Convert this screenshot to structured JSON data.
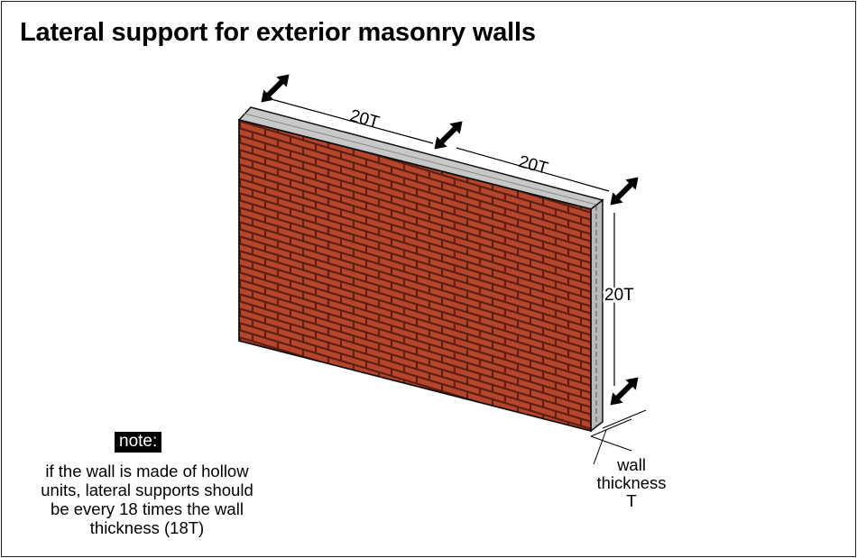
{
  "title": "Lateral support for exterior masonry walls",
  "dimensions": {
    "top_left_span": "20T",
    "top_right_span": "20T",
    "height_span": "20T"
  },
  "wall_thickness_label": [
    "wall",
    "thickness",
    "T"
  ],
  "note": {
    "badge": "note:",
    "lines": [
      "if the wall is made of hollow",
      "units, lateral supports should",
      "be every 18 times the wall",
      "thickness (18T)"
    ]
  },
  "colors": {
    "brick": "#b5452b",
    "mortar": "#5a1d12",
    "cap": "#c8c8c8",
    "edge": "#9a9a9a"
  },
  "icons": [
    "support-arrow-icon"
  ]
}
